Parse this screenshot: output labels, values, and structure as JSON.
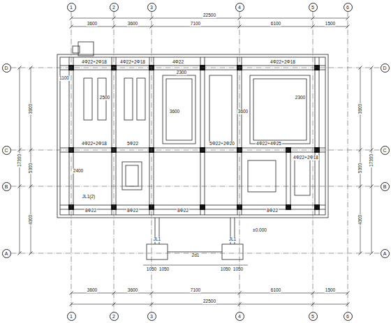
{
  "diagram": {
    "nodes": [
      {
        "text": [
          "1"
        ]
      },
      {
        "text": [
          "2"
        ]
      },
      {
        "text": [
          "3"
        ]
      },
      {
        "text": [
          "4"
        ]
      },
      {
        "text": [
          "5"
        ]
      },
      {
        "text": [
          "6"
        ]
      },
      {
        "text": [
          "D"
        ]
      },
      {
        "text": [
          "C"
        ]
      },
      {
        "text": [
          "B"
        ]
      },
      {
        "text": [
          "A"
        ]
      },
      {
        "text": [
          "D"
        ]
      },
      {
        "text": [
          "C"
        ]
      },
      {
        "text": [
          "B"
        ]
      },
      {
        "text": [
          "A"
        ]
      },
      {
        "text": [
          "1"
        ]
      },
      {
        "text": [
          "2"
        ]
      },
      {
        "text": [
          "3"
        ]
      },
      {
        "text": [
          "4"
        ]
      },
      {
        "text": [
          "5"
        ]
      },
      {
        "text": [
          "6"
        ]
      }
    ],
    "edges": [
      {
        "from": 0,
        "to": 14,
        "arrow": "none"
      },
      {
        "from": 1,
        "to": 15,
        "arrow": "none"
      },
      {
        "from": 2,
        "to": 16,
        "arrow": "none"
      },
      {
        "from": 3,
        "to": 17,
        "arrow": "none"
      },
      {
        "from": 4,
        "to": 18,
        "arrow": "none"
      },
      {
        "from": 5,
        "to": 19,
        "arrow": "none"
      },
      {
        "from": 6,
        "to": 10,
        "arrow": "none"
      },
      {
        "from": 7,
        "to": 11,
        "arrow": "none"
      },
      {
        "from": 8,
        "to": 12,
        "arrow": "none"
      },
      {
        "from": 9,
        "to": 13,
        "arrow": "none"
      }
    ],
    "labels": [
      "22500",
      "3600",
      "3600",
      "7100",
      "6100",
      "1500",
      "22500",
      "3600",
      "3600",
      "7100",
      "6100",
      "1500",
      "3900",
      "17300",
      "5300",
      "4300",
      "3900",
      "17300",
      "5300",
      "4300",
      "2500",
      "2300",
      "3600",
      "3600",
      "2300",
      "2400",
      "4Φ22+2Φ18",
      "4Φ22+2Φ18",
      "4Φ22",
      "4Φ22+2Φ18",
      "4Φ22+2Φ18",
      "5Φ22",
      "5Φ22+2Φ20",
      "4Φ22+4Φ25",
      "4Φ22+2Φ18",
      "8Φ22",
      "8Φ22",
      "8Φ22",
      "8Φ22",
      "JL1(2)",
      "2d1",
      "JL1",
      "JL1",
      "1050",
      "1050",
      "1050",
      "1050",
      "±0.000",
      "1100"
    ]
  }
}
